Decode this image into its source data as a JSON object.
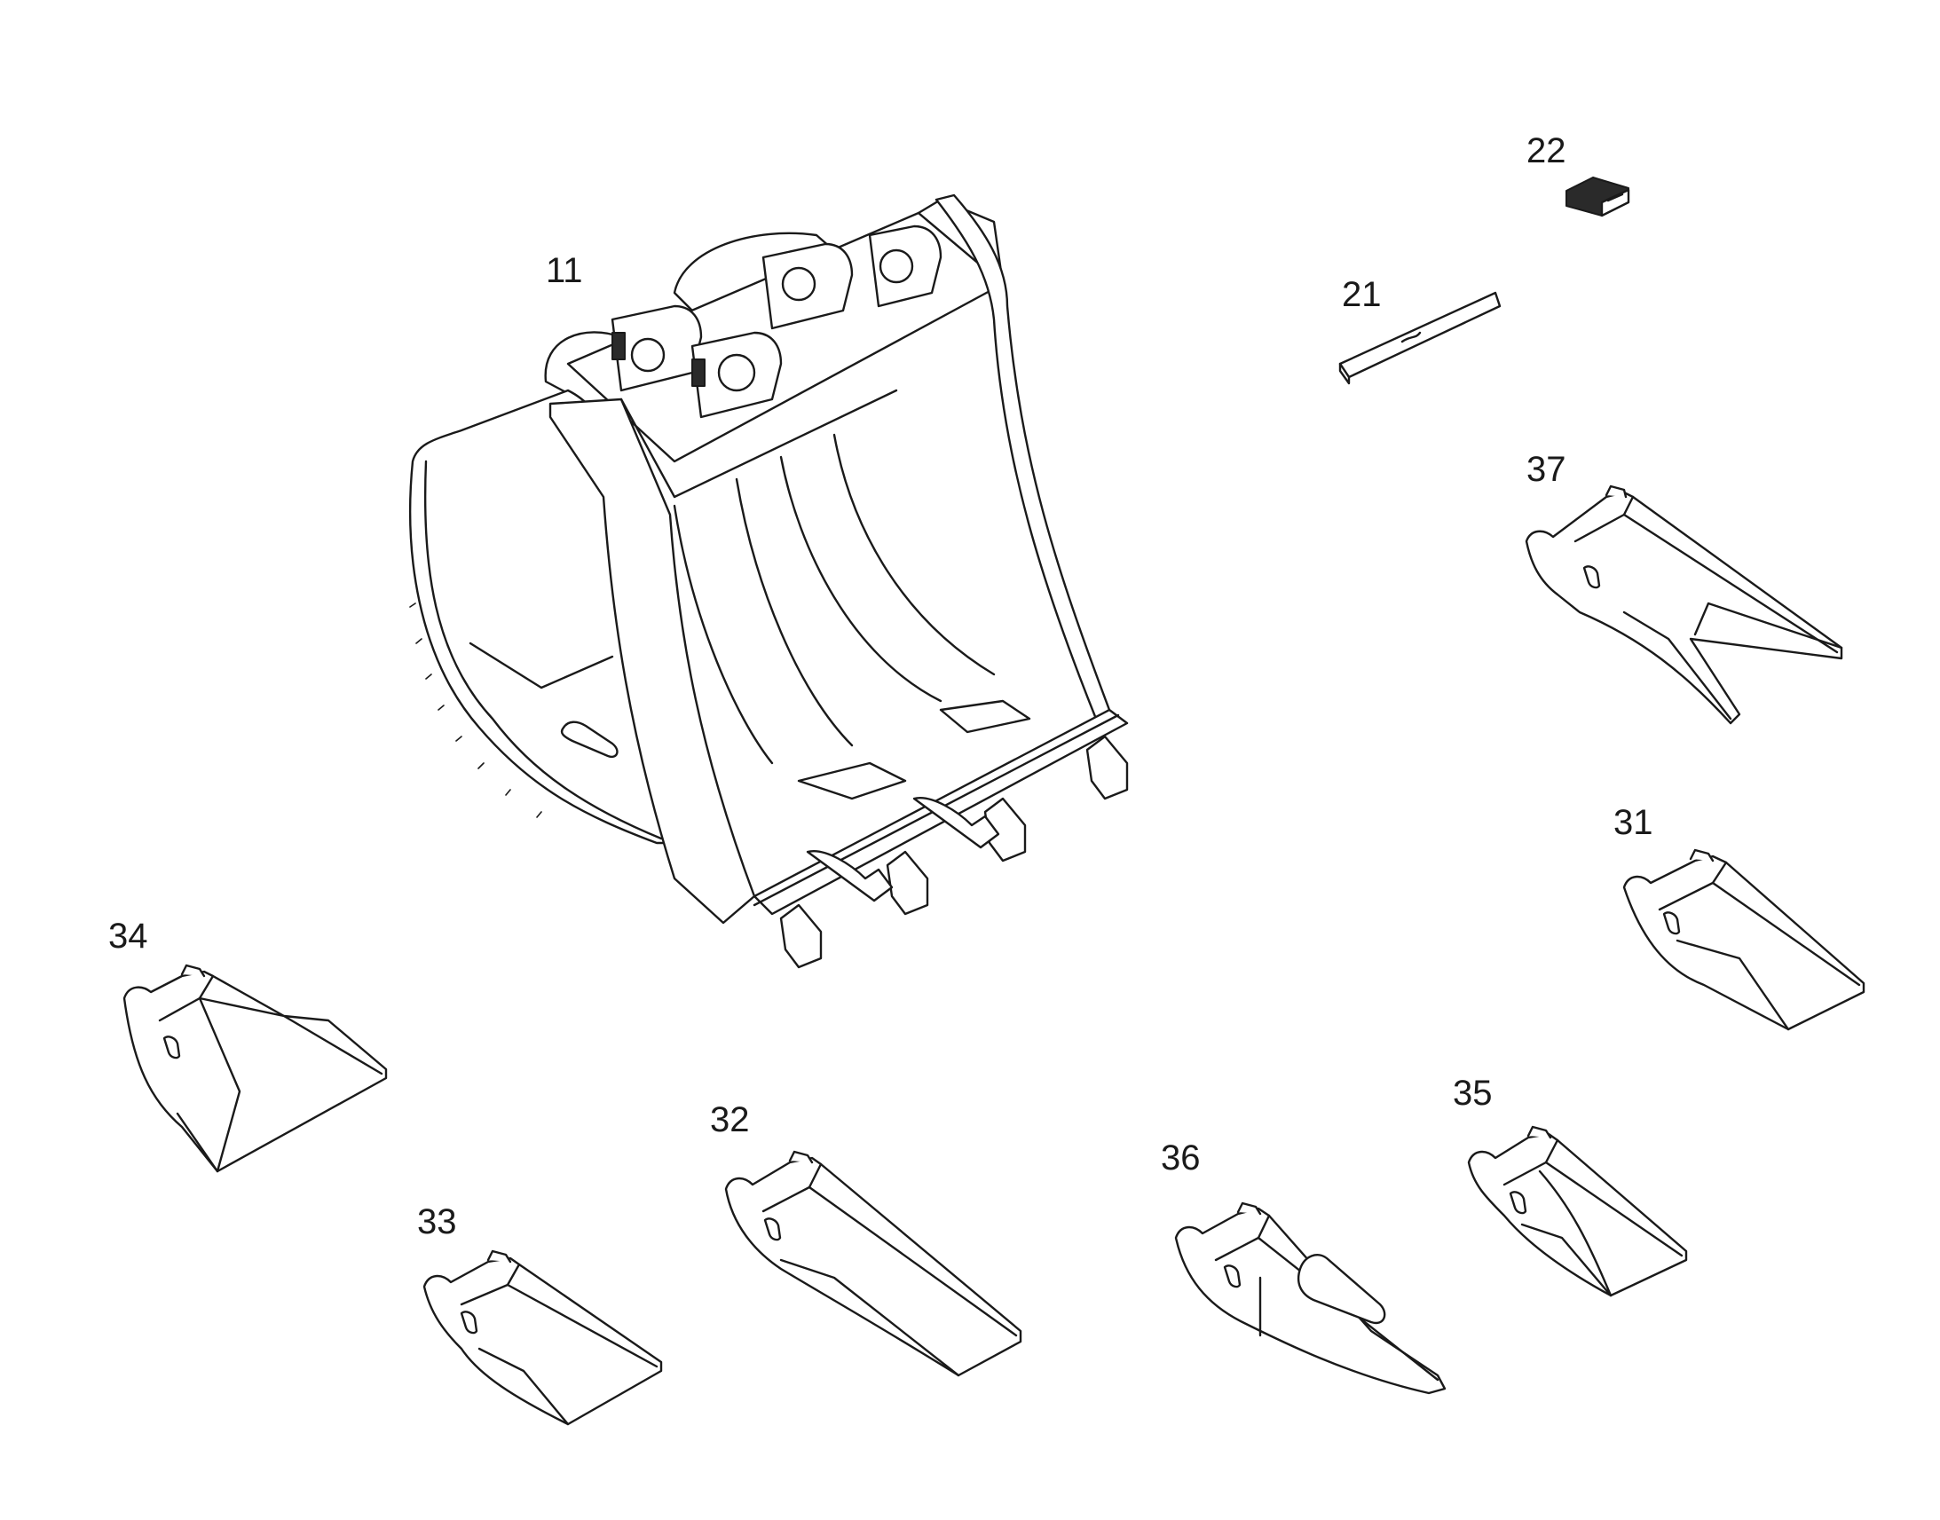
{
  "diagram": {
    "parts": [
      {
        "id": "bucket",
        "label": "11",
        "icon": "excavator-bucket-icon"
      },
      {
        "id": "side-cutter",
        "label": "21",
        "icon": "wear-strip-icon"
      },
      {
        "id": "retainer-lock",
        "label": "22",
        "icon": "lock-pin-icon"
      },
      {
        "id": "tooth-twin-tiger",
        "label": "37",
        "icon": "twin-tiger-tooth-icon"
      },
      {
        "id": "tooth-standard",
        "label": "31",
        "icon": "bucket-tooth-icon"
      },
      {
        "id": "tooth-flared",
        "label": "34",
        "icon": "flared-tooth-icon"
      },
      {
        "id": "tooth-chisel",
        "label": "33",
        "icon": "chisel-tooth-icon"
      },
      {
        "id": "tooth-long",
        "label": "32",
        "icon": "long-tooth-icon"
      },
      {
        "id": "tooth-rock",
        "label": "36",
        "icon": "rock-tooth-icon"
      },
      {
        "id": "tooth-heavy",
        "label": "35",
        "icon": "heavy-duty-tooth-icon"
      }
    ]
  }
}
